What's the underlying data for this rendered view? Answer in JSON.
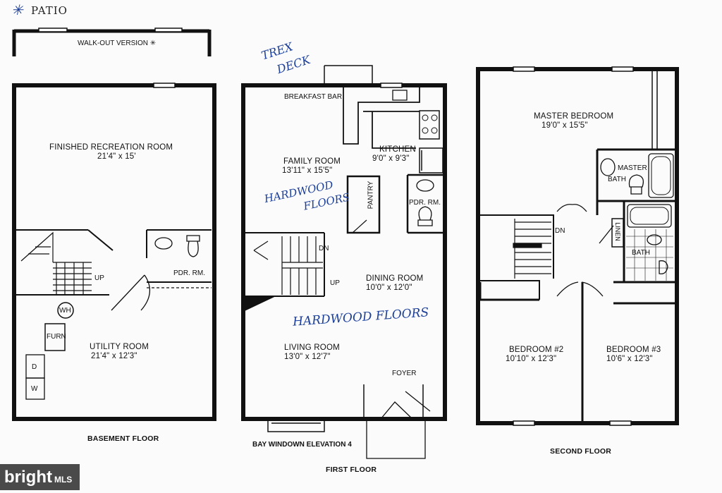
{
  "annotations": {
    "patio": "PATIO",
    "patio_star": "✳",
    "trex_line1": "TREX",
    "trex_line2": "DECK",
    "hardwood_family_1": "HARDWOOD",
    "hardwood_family_2": "FLOORS",
    "hardwood_main": "HARDWOOD  FLOORS"
  },
  "basement": {
    "walkout": "WALK-OUT VERSION ✳",
    "rec_room_name": "FINISHED RECREATION ROOM",
    "rec_room_size": "21'4\" x 15'",
    "pdr_rm": "PDR. RM.",
    "up": "UP",
    "wh": "WH",
    "furn": "FURN",
    "utility_name": "UTILITY ROOM",
    "utility_size": "21'4\" x 12'3\"",
    "washer": "W",
    "dryer": "D",
    "caption": "BASEMENT FLOOR"
  },
  "first_floor": {
    "breakfast_bar": "BREAKFAST BAR",
    "family_name": "FAMILY ROOM",
    "family_size": "13'11\" x 15'5\"",
    "kitchen_name": "KITCHEN",
    "kitchen_size": "9'0\" x 9'3\"",
    "pantry": "PANTRY",
    "pdr_rm": "PDR. RM.",
    "dn": "DN",
    "up": "UP",
    "dining_name": "DINING ROOM",
    "dining_size": "10'0\" x 12'0\"",
    "living_name": "LIVING ROOM",
    "living_size": "13'0\" x 12'7\"",
    "foyer": "FOYER",
    "bay_window": "BAY WINDOWN ELEVATION 4",
    "caption": "FIRST FLOOR"
  },
  "second_floor": {
    "master_name": "MASTER BEDROOM",
    "master_size": "19'0\" x 15'5\"",
    "master_bath_1": "MASTER",
    "master_bath_2": "BATH",
    "dn": "DN",
    "linen": "LINEN",
    "bath": "BATH",
    "bed2_name": "BEDROOM #2",
    "bed2_size": "10'10\" x 12'3\"",
    "bed3_name": "BEDROOM #3",
    "bed3_size": "10'6\" x 12'3\"",
    "caption": "SECOND FLOOR"
  },
  "badge": {
    "brand": "bright",
    "suffix": "MLS"
  },
  "colors": {
    "ink": "#111111",
    "annotation": "#1b3f9a",
    "badge": "#4a4a4a"
  }
}
